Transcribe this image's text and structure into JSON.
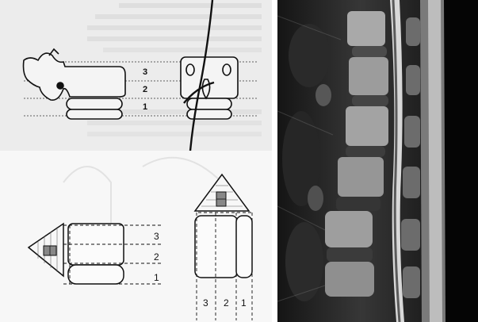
{
  "figure": {
    "top_diagram": {
      "level_labels": [
        "3",
        "2",
        "1"
      ]
    },
    "bottom_diagram": {
      "side_level_labels": [
        "3",
        "2",
        "1"
      ],
      "front_column_labels": [
        "3",
        "2",
        "1"
      ]
    },
    "mri": {
      "description_visible": false
    }
  }
}
